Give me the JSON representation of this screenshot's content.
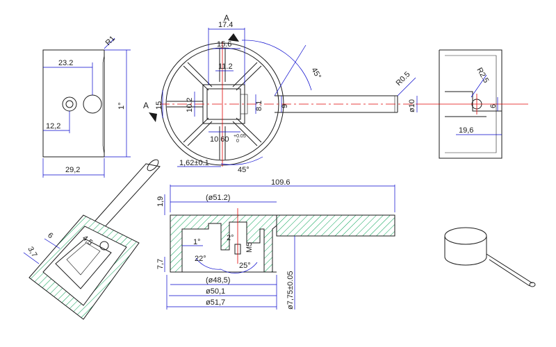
{
  "labels": {
    "section_mark": "A",
    "dim_17_4": "17.4",
    "dim_15_6": "15.6",
    "dim_11_2": "11.2",
    "dim_10_2": "10.2",
    "dim_15": "15",
    "dim_8_1": "8.1",
    "dim_9": "9",
    "dim_10_60": "10.60",
    "tol_plus": "+0.05",
    "tol_zero": "0",
    "dim_1_62": "1,62±0.1",
    "angle_45_top": "45°",
    "angle_45_bottom": "45°",
    "r0_5": "R0.5",
    "d10": "ø10",
    "r1": "R1",
    "dim_23_2": "23.2",
    "dim_12_2": "12,2",
    "dim_29_2": "29,2",
    "one_deg_left": "1°",
    "r2_5": "R2.5",
    "dim_6_right": "6",
    "dim_19_6": "19,6",
    "dim_109_6": "109.6",
    "dim_1_9": "1,9",
    "d51_2": "(ø51.2)",
    "d48_5": "(ø48,5)",
    "d50_1": "ø50,1",
    "d51_7": "ø51,7",
    "dim_7_7": "7,7",
    "dim_7_75": "ø7,75±0.05",
    "one_deg_sec": "1°",
    "two_deg": "2°",
    "m5": "M5",
    "angle_22": "22°",
    "angle_25": "25°",
    "dim_3_7": "3,7",
    "dim_6_iso": "6",
    "dim_4_5": "4,5"
  }
}
